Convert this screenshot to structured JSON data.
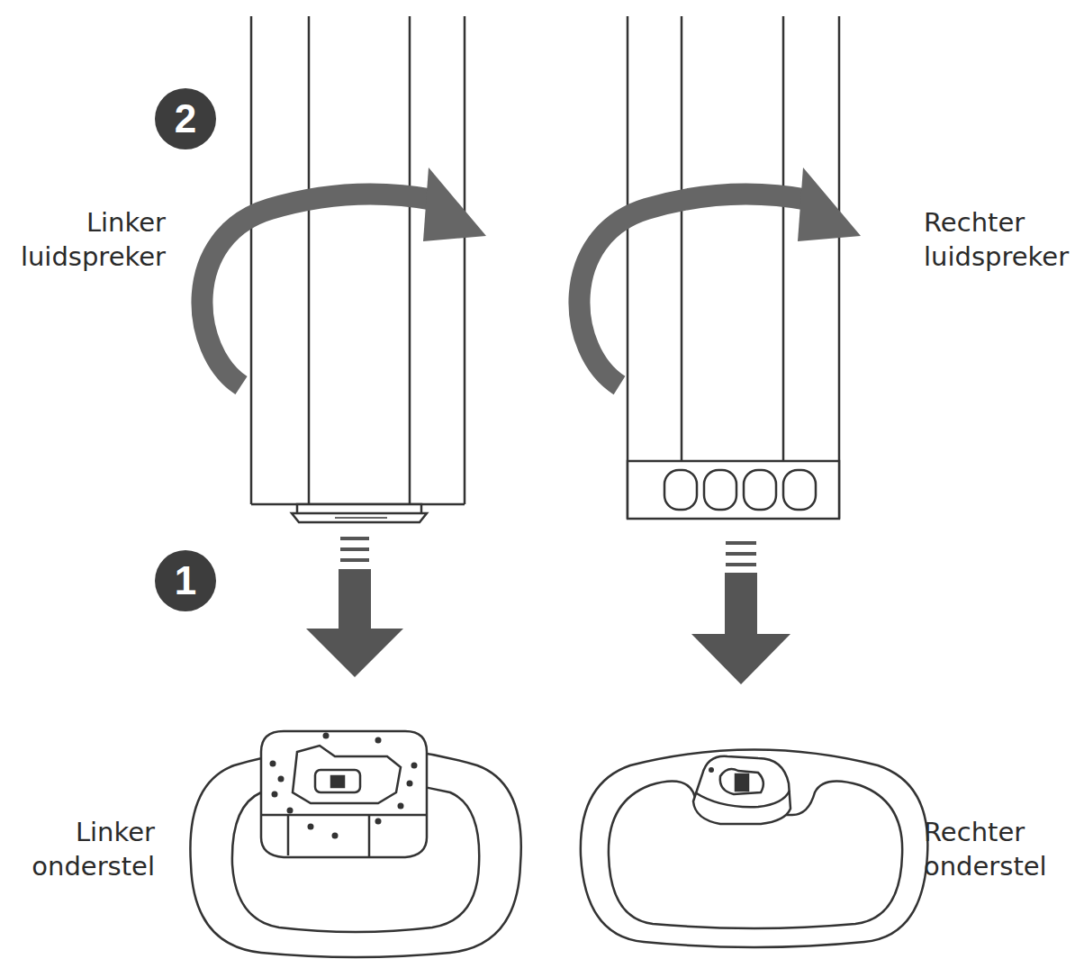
{
  "diagram": {
    "labels": [
      "2",
      "Linker luidspreker",
      "Rechter luidspreker",
      "1",
      "Linker onderstel",
      "Rechter onderstel"
    ]
  }
}
